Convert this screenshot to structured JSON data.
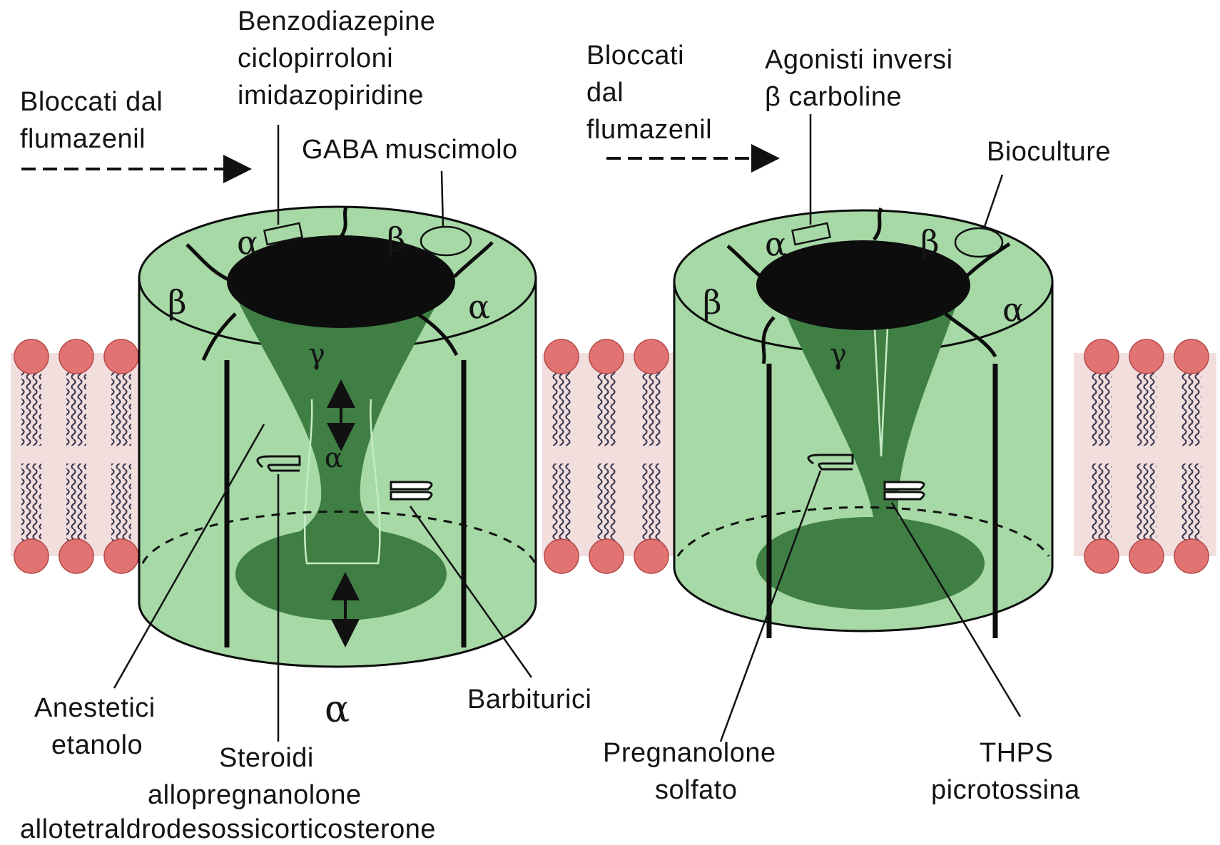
{
  "labels": {
    "left_blocked": [
      "Bloccati dal",
      "flumazenil"
    ],
    "benzo": [
      "Benzodiazepine",
      "ciclopirroloni",
      "imidazopiridine"
    ],
    "gaba": "GABA muscimolo",
    "right_blocked": [
      "Bloccati",
      "dal",
      "flumazenil"
    ],
    "inverse": [
      "Agonisti inversi",
      "β carboline"
    ],
    "bioculture": "Bioculture",
    "anesthetics": [
      "Anestetici",
      "etanolo"
    ],
    "steroids": [
      "Steroidi",
      "allopregnanolone",
      "allotetraldrodesossicorticosterone"
    ],
    "barbiturates": "Barbiturici",
    "pregnanolone": [
      "Pregnanolone",
      "solfato"
    ],
    "thps": [
      "THPS",
      "picrotossina"
    ]
  },
  "subunits": {
    "left": {
      "top_alpha": "α",
      "top_beta": "β",
      "side_beta": "β",
      "side_alpha": "α",
      "gamma": "γ",
      "inner_alpha": "α",
      "bottom_alpha": "α"
    },
    "right": {
      "top_alpha": "α",
      "top_beta": "β",
      "side_beta": "β",
      "side_alpha": "α",
      "gamma": "γ"
    }
  },
  "colors": {
    "channel_light": "#a6d9a6",
    "channel_dark": "#3f7f44",
    "pore_black": "#0d0d0d",
    "lipid_head": "#e27373",
    "lipid_band": "#f3dede"
  }
}
